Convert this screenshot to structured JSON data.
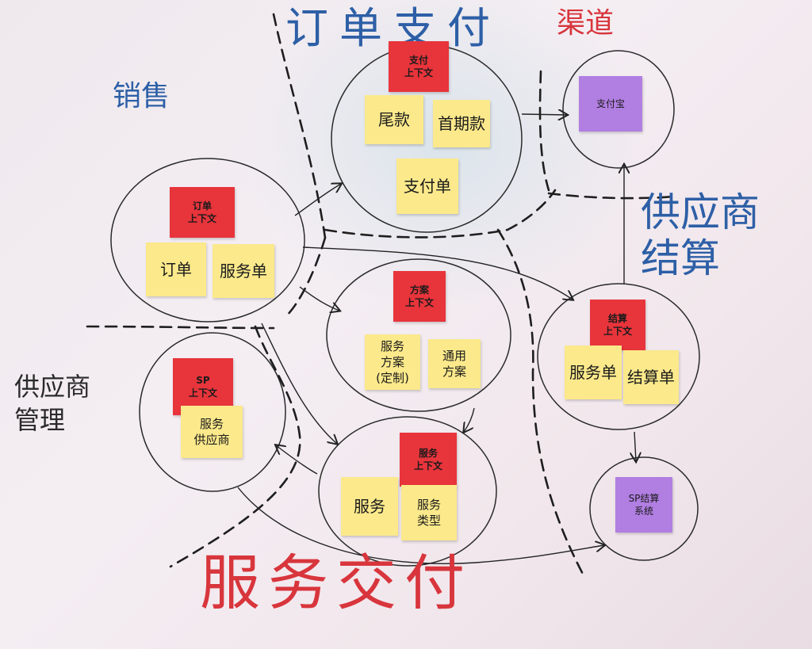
{
  "labels": {
    "order_payment": "订单支付",
    "channel": "渠道",
    "sales": "销售",
    "supplier_settlement": "供应商\n结算",
    "supplier_management": "供应商\n管理",
    "service_delivery": "服务交付"
  },
  "contexts": {
    "payment": {
      "title": "支付\n上下文",
      "notes": [
        "尾款",
        "首期款",
        "支付单"
      ]
    },
    "order": {
      "title": "订单\n上下文",
      "notes": [
        "订单",
        "服务单"
      ]
    },
    "plan": {
      "title": "方案\n上下文",
      "notes": [
        "服务\n方案\n(定制)",
        "通用\n方案"
      ]
    },
    "settlement": {
      "title": "结算\n上下文",
      "notes": [
        "服务单",
        "结算单"
      ]
    },
    "sp": {
      "title": "SP\n上下文",
      "notes": [
        "服务\n供应商"
      ]
    },
    "service": {
      "title": "服务\n上下文",
      "notes": [
        "服务",
        "服务\n类型"
      ]
    }
  },
  "external": {
    "alipay": "支付宝",
    "sp_settlement_system": "SP结算\n系统"
  },
  "colors": {
    "red_note": "#e8343b",
    "yellow_note": "#fbe98b",
    "purple_note": "#b17ee2",
    "blue_ink": "#2d5fa6",
    "red_ink": "#d8353c"
  }
}
